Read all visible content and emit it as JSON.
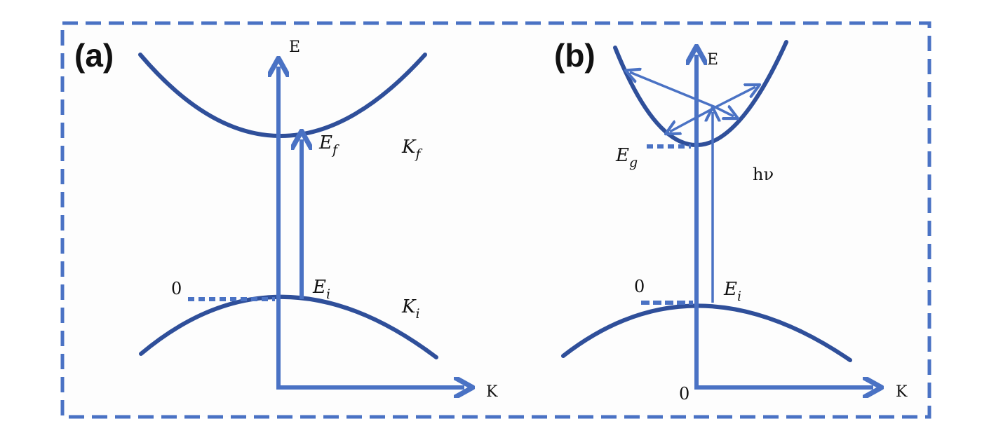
{
  "colors": {
    "frame": "#4a72c4",
    "band": "#2f4f9a",
    "arrow": "#4a72c4",
    "background": "#fdfdfd",
    "text": "#111111"
  },
  "panel_a": {
    "label": "(a)",
    "energy_axis_label": "E",
    "momentum_axis_label": "K",
    "final_energy": {
      "symbol": "E",
      "sub": "f"
    },
    "final_momentum": {
      "symbol": "K",
      "sub": "f"
    },
    "initial_energy": {
      "symbol": "E",
      "sub": "i"
    },
    "initial_momentum": {
      "symbol": "K",
      "sub": "i"
    },
    "zero_label": "0"
  },
  "panel_b": {
    "label": "(b)",
    "energy_axis_label": "E",
    "momentum_axis_label": "K",
    "gap_energy": {
      "symbol": "E",
      "sub": "g"
    },
    "photon_label": "hν",
    "initial_energy": {
      "symbol": "E",
      "sub": "i"
    },
    "zero_label": "0",
    "origin_label": "0"
  }
}
